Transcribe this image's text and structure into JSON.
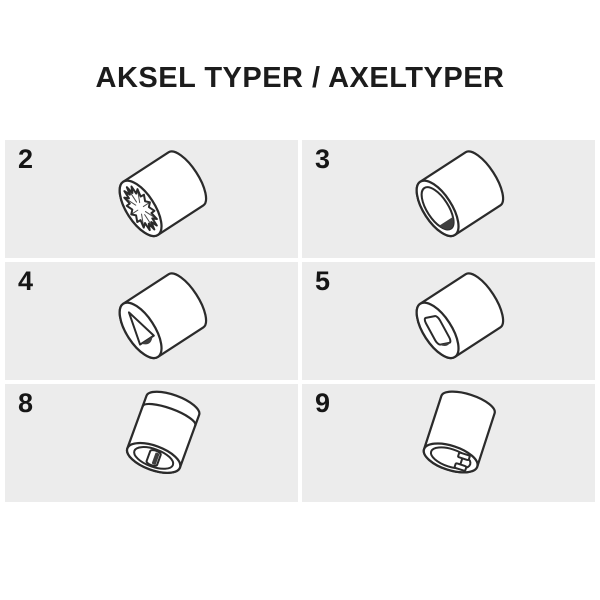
{
  "title": "AKSEL TYPER / AXELTYPER",
  "cells": [
    {
      "number": "2",
      "icon": "splined-bore-axle-icon"
    },
    {
      "number": "3",
      "icon": "round-bore-keyway-axle-icon"
    },
    {
      "number": "4",
      "icon": "triangle-bore-axle-icon"
    },
    {
      "number": "5",
      "icon": "square-bore-axle-icon"
    },
    {
      "number": "8",
      "icon": "slotted-bore-axle-icon"
    },
    {
      "number": "9",
      "icon": "notched-round-bore-axle-icon"
    }
  ],
  "colors": {
    "page_background": "#ffffff",
    "cell_background": "#ececec",
    "line_color": "#2b2b2b",
    "shade_color": "#3f3f3f"
  }
}
